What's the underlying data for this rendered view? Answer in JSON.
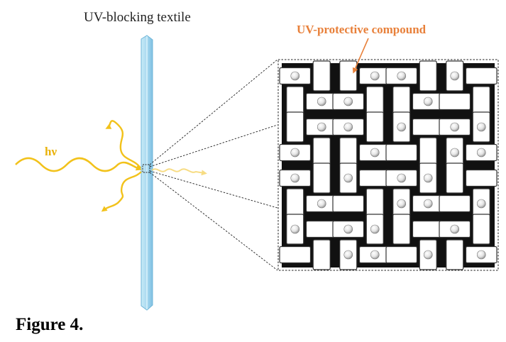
{
  "labels": {
    "textile": "UV-blocking textile",
    "compound": "UV-protective compound",
    "photon": "hν",
    "caption": "Figure 4."
  },
  "colors": {
    "textile_fill": "#a8d8ee",
    "textile_edge": "#6fb6d8",
    "light_ray": "#f2c21b",
    "compound_label": "#e8803a",
    "yarn_fill": "#ffffff",
    "weave_background": "#111111"
  },
  "icons": {
    "sphere": "white-sphere-particle",
    "ray": "wavy-arrow"
  }
}
